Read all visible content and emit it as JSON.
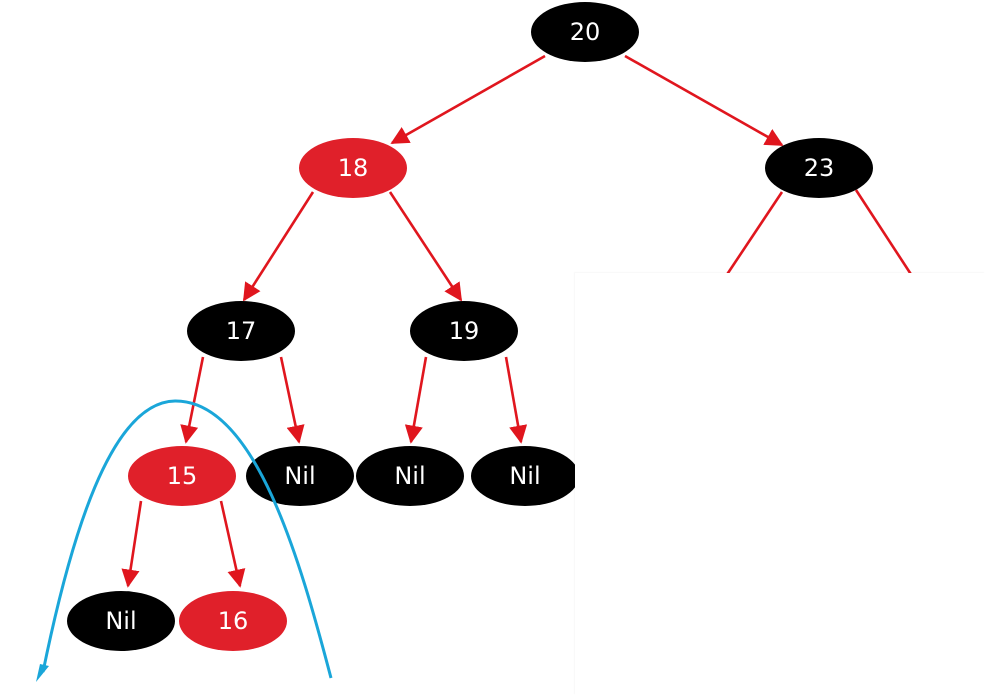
{
  "colors": {
    "red_node": "#e0202a",
    "black_node": "#000000",
    "edge": "#e0161e",
    "arc": "#1aa6d9",
    "label": "#ffffff"
  },
  "nodes": [
    {
      "id": "n20",
      "label": "20",
      "color": "black"
    },
    {
      "id": "n18",
      "label": "18",
      "color": "red"
    },
    {
      "id": "n23",
      "label": "23",
      "color": "black"
    },
    {
      "id": "n17",
      "label": "17",
      "color": "black"
    },
    {
      "id": "n19",
      "label": "19",
      "color": "black"
    },
    {
      "id": "n15",
      "label": "15",
      "color": "red"
    },
    {
      "id": "nilA",
      "label": "Nil",
      "color": "black"
    },
    {
      "id": "nilB",
      "label": "Nil",
      "color": "black"
    },
    {
      "id": "nilC",
      "label": "Nil",
      "color": "black"
    },
    {
      "id": "nilD",
      "label": "Nil",
      "color": "black"
    },
    {
      "id": "n16",
      "label": "16",
      "color": "red"
    }
  ],
  "edges": [
    {
      "from": "n20",
      "to": "n18"
    },
    {
      "from": "n20",
      "to": "n23"
    },
    {
      "from": "n18",
      "to": "n17"
    },
    {
      "from": "n18",
      "to": "n19"
    },
    {
      "from": "n17",
      "to": "n15"
    },
    {
      "from": "n17",
      "to": "nilA"
    },
    {
      "from": "n19",
      "to": "nilB"
    },
    {
      "from": "n19",
      "to": "nilC"
    },
    {
      "from": "n15",
      "to": "nilD"
    },
    {
      "from": "n15",
      "to": "n16"
    }
  ],
  "annotations": {
    "rotation_arc": "rotation-arrow"
  }
}
